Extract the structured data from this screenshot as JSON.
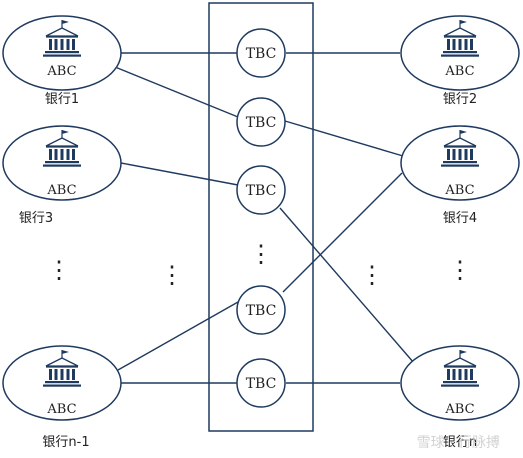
{
  "banks_left": [
    {
      "logo_text": "ABC",
      "label": "银行1"
    },
    {
      "logo_text": "ABC",
      "label": "银行3"
    },
    {
      "logo_text": "ABC",
      "label": "银行n-1"
    }
  ],
  "banks_right": [
    {
      "logo_text": "ABC",
      "label": "银行2"
    },
    {
      "logo_text": "ABC",
      "label": "银行4"
    },
    {
      "logo_text": "ABC",
      "label": "银行n"
    }
  ],
  "tbc_nodes": [
    "TBC",
    "TBC",
    "TBC",
    "TBC",
    "TBC"
  ],
  "ellipsis": "⋮",
  "watermark": "雪球 · 行脉搏",
  "colors": {
    "stroke": "#1f3a5f",
    "background": "#ffffff",
    "text": "#222222",
    "watermark": "#c8c8c8"
  }
}
